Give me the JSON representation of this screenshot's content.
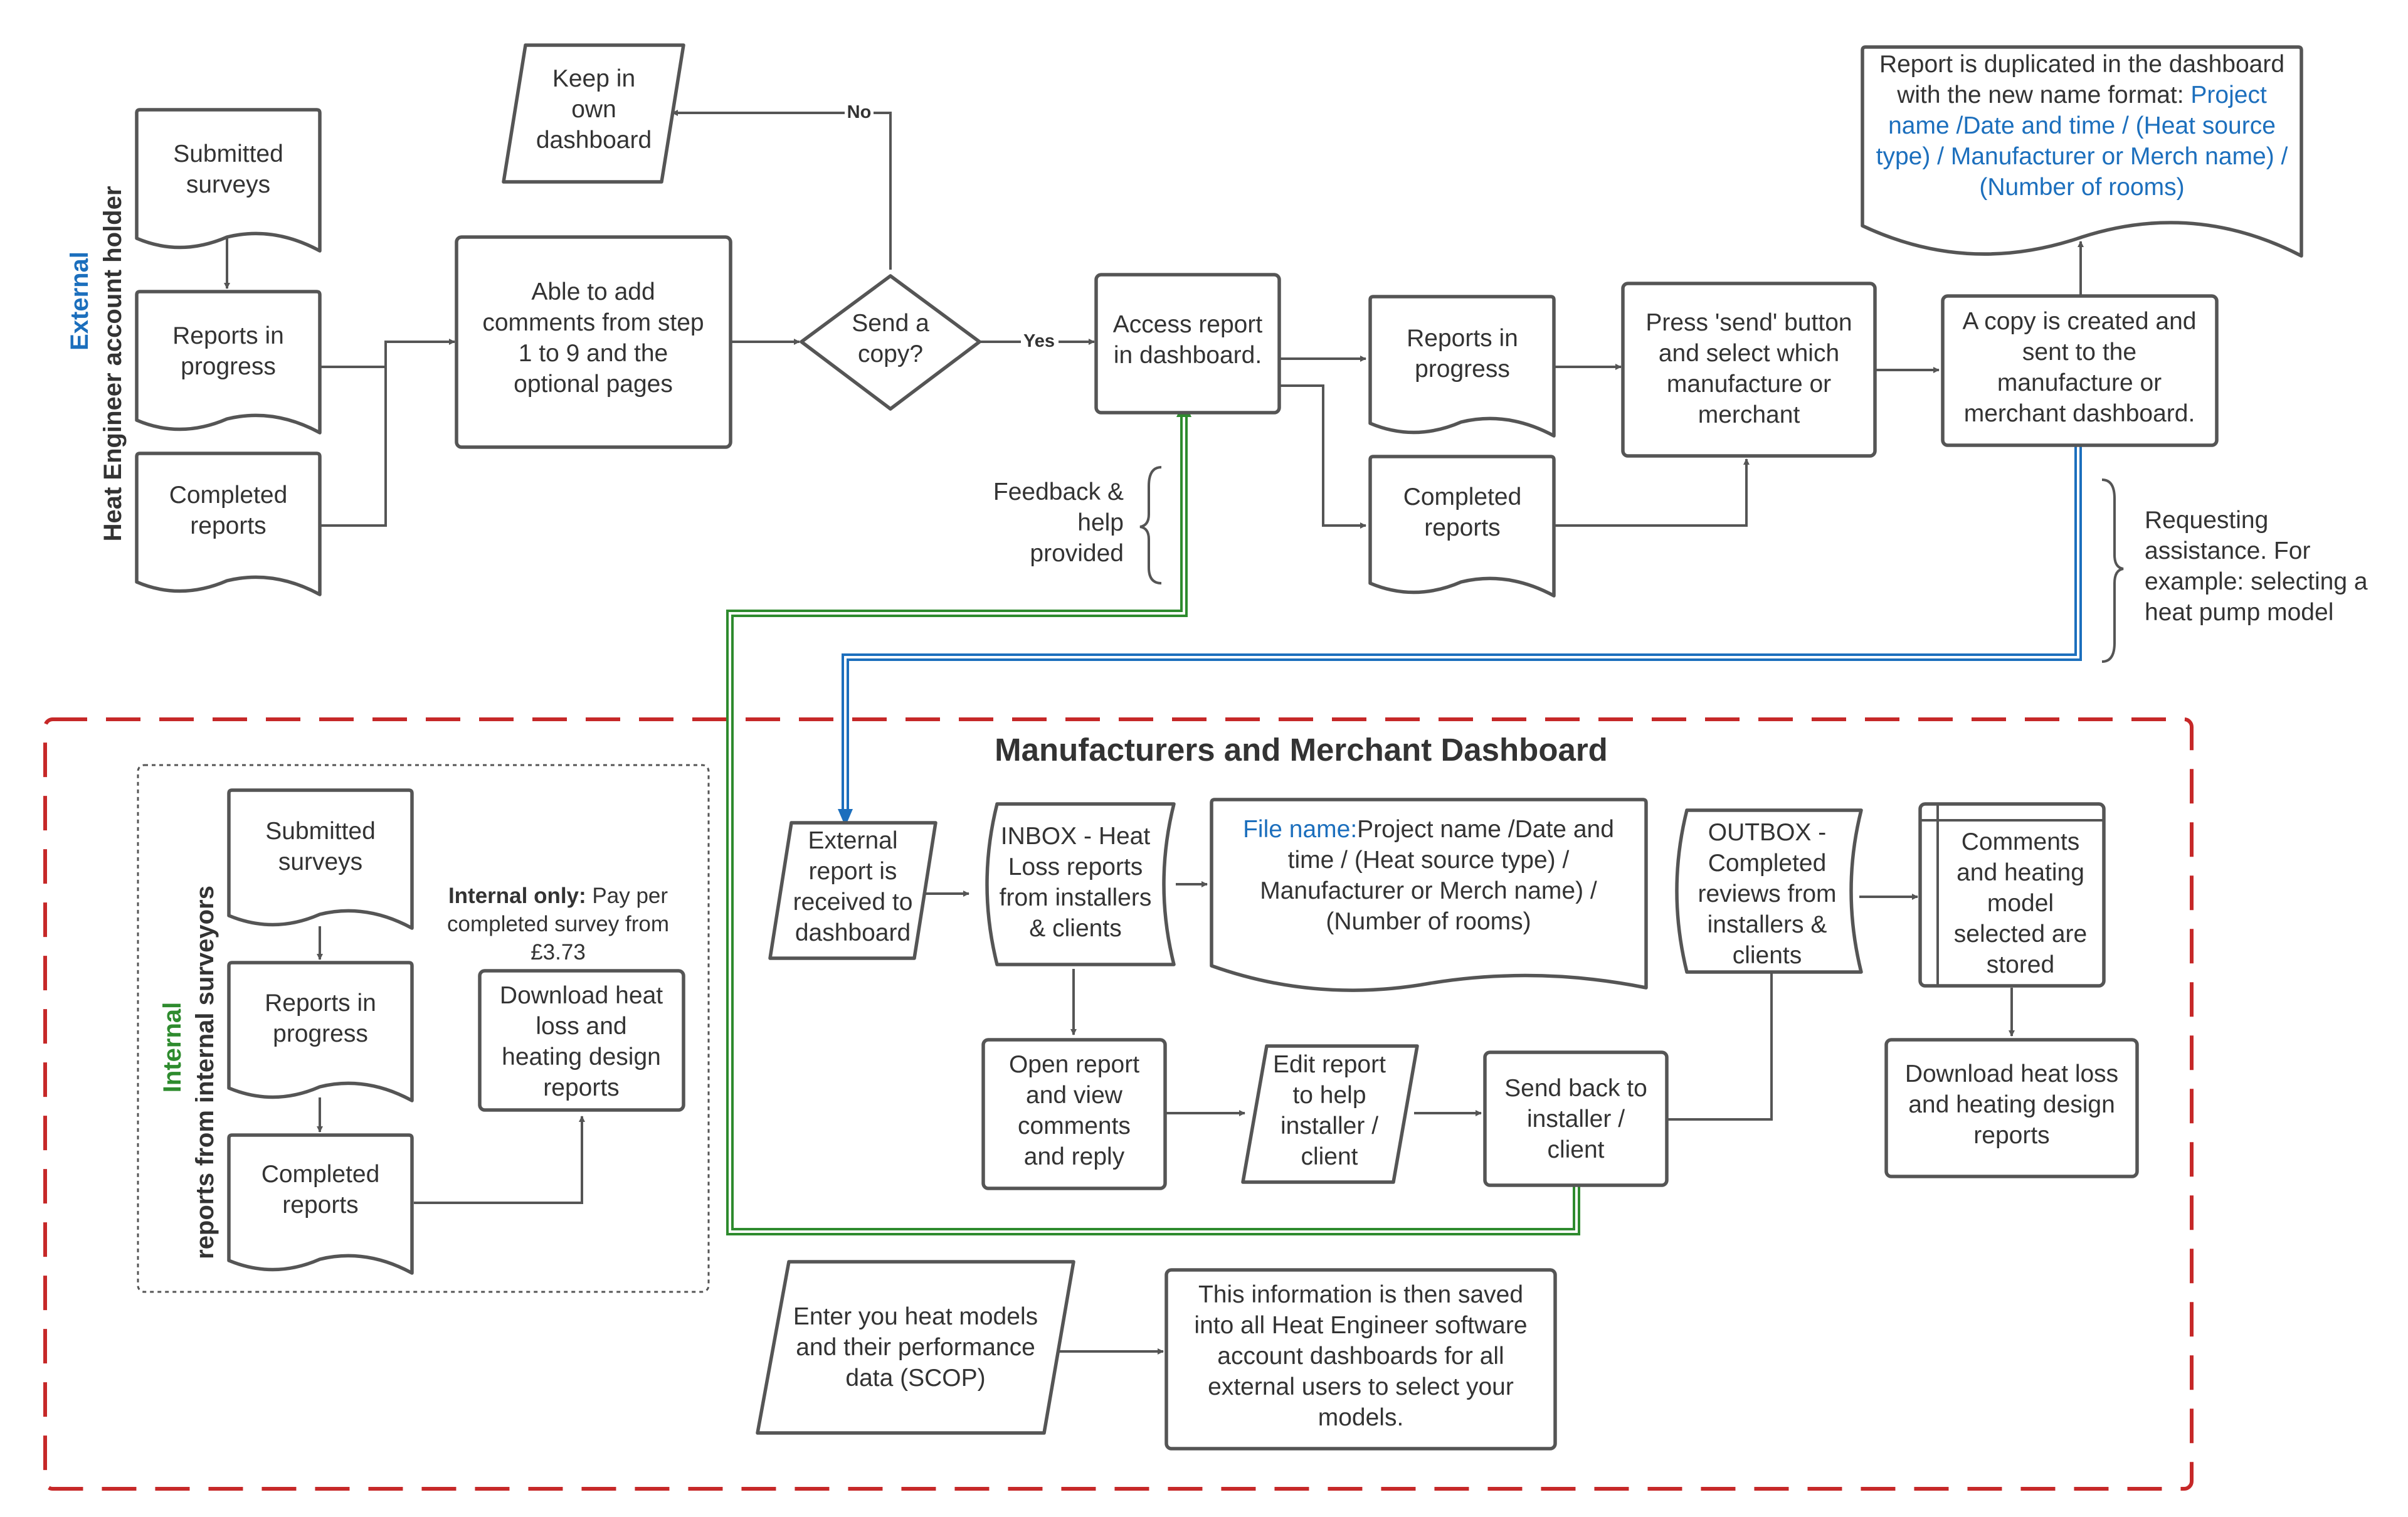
{
  "lanes": {
    "external": {
      "tag": "External",
      "title": "Heat Engineer account holder"
    },
    "internal": {
      "tag": "Internal",
      "title": "reports from internal surveyors"
    }
  },
  "nodes": {
    "submitted_surveys": [
      "Submitted",
      "surveys"
    ],
    "reports_in_progress": [
      "Reports in",
      "progress"
    ],
    "completed_reports": [
      "Completed",
      "reports"
    ],
    "able_to_add": [
      "Able to add",
      "comments from step",
      "1 to 9 and the",
      "optional pages"
    ],
    "keep_in_dashboard": [
      "Keep in",
      "own",
      "dashboard"
    ],
    "send_copy": [
      "Send a",
      "copy?"
    ],
    "access_report": [
      "Access report",
      "in dashboard."
    ],
    "ext_reports_in_progress": [
      "Reports in",
      "progress"
    ],
    "ext_completed_reports": [
      "Completed",
      "reports"
    ],
    "press_send": [
      "Press 'send' button",
      "and select which",
      "manufacture or",
      "merchant"
    ],
    "copy_created": [
      "A copy is created and",
      "sent to the",
      "manufacture or",
      "merchant dashboard."
    ],
    "duplicated_line1": "Report is duplicated in the dashboard",
    "duplicated_line2_prefix": "with the new name format:",
    "duplicated_line2_blue": "Project",
    "duplicated_blue_lines": [
      "name /Date and time / (Heat source",
      "type) / Manufacturer or Merch name) /",
      "(Number of rooms)"
    ],
    "feedback": [
      "Feedback &",
      "help",
      "provided"
    ],
    "requesting": [
      "Requesting",
      "assistance. For",
      "example: selecting a",
      "heat pump model"
    ],
    "external_received": [
      "External",
      "report is",
      "received to",
      "dashboard"
    ],
    "inbox": [
      "INBOX - Heat",
      "Loss reports",
      "from installers",
      "& clients"
    ],
    "file_name_prefix": "File name:",
    "file_name_line1_rest": "Project name /Date and",
    "file_name_lines": [
      "time / (Heat source type) /",
      "Manufacturer or Merch name) /",
      "(Number of rooms)"
    ],
    "outbox": [
      "OUTBOX -",
      "Completed",
      "reviews from",
      "installers &",
      "clients"
    ],
    "comments_stored": [
      "Comments",
      "and heating",
      "model",
      "selected are",
      "stored"
    ],
    "open_report": [
      "Open report",
      "and view",
      "comments",
      "and reply"
    ],
    "edit_report": [
      "Edit report",
      "to help",
      "installer /",
      "client"
    ],
    "send_back": [
      "Send back to",
      "installer /",
      "client"
    ],
    "download_mm": [
      "Download heat loss",
      "and heating design",
      "reports"
    ],
    "enter_models": [
      "Enter you heat models",
      "and their performance",
      "data (SCOP)"
    ],
    "info_saved": [
      "This information is then saved",
      "into all Heat Engineer software",
      "account dashboards for all",
      "external users to select your",
      "models."
    ],
    "int_submitted": [
      "Submitted",
      "surveys"
    ],
    "int_in_progress": [
      "Reports in",
      "progress"
    ],
    "int_completed": [
      "Completed",
      "reports"
    ],
    "internal_only_bold": "Internal only:",
    "internal_only_rest": "Pay per",
    "internal_only_lines": [
      "completed survey from",
      "£3.73"
    ],
    "int_download": [
      "Download heat",
      "loss and",
      "heating design",
      "reports"
    ]
  },
  "edge_labels": {
    "no": "No",
    "yes": "Yes"
  },
  "section_title": "Manufacturers and Merchant Dashboard",
  "colors": {
    "outline": "#555555",
    "text": "#333333",
    "blue_accent": "#1c6fbd",
    "green_accent": "#2e8b2e",
    "red_boundary": "#c62828"
  }
}
